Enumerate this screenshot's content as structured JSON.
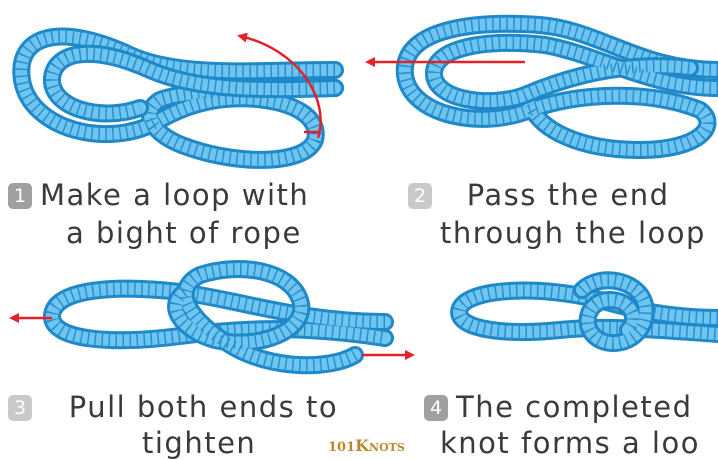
{
  "steps": [
    {
      "number": "1",
      "line1": "Make a loop with",
      "line2": "a bight of rope"
    },
    {
      "number": "2",
      "line1": "Pass the end",
      "line2": "through the loop"
    },
    {
      "number": "3",
      "line1": "Pull both ends to",
      "line2": "tighten"
    },
    {
      "number": "4",
      "line1": "The completed",
      "line2": "knot forms a loo"
    }
  ],
  "logo": {
    "digits": "101",
    "big_letter": "K",
    "rest": "NOTS"
  },
  "colors": {
    "rope": "#6ec5ef",
    "rope_outline": "#1e88c8",
    "arrow": "#e32227",
    "text": "#3a3a3a"
  }
}
